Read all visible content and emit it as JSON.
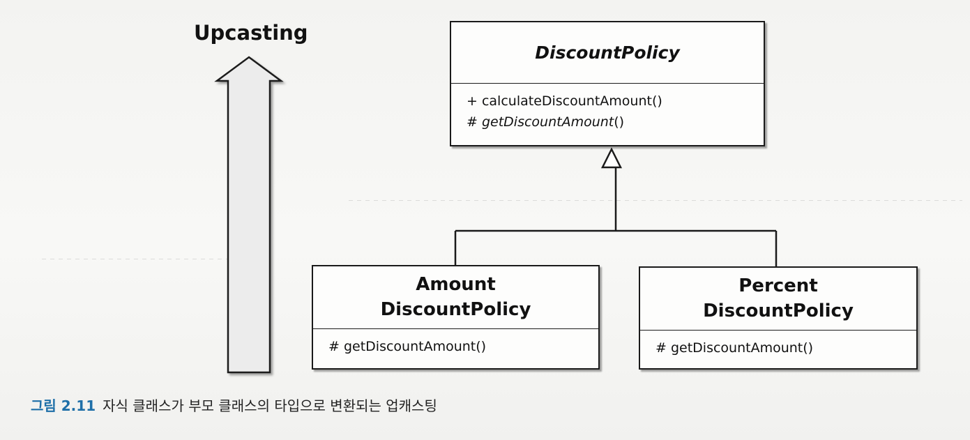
{
  "upcasting_label": "Upcasting",
  "parent_class": {
    "name": "DiscountPolicy",
    "operations": [
      {
        "text": "+ calculateDiscountAmount()",
        "abstract": false
      },
      {
        "prefix": "# ",
        "text": "getDiscountAmount",
        "suffix": "()",
        "abstract": true
      }
    ]
  },
  "child_classes": [
    {
      "name_line1": "Amount",
      "name_line2": "DiscountPolicy",
      "operation": "# getDiscountAmount()"
    },
    {
      "name_line1": "Percent",
      "name_line2": "DiscountPolicy",
      "operation": "# getDiscountAmount()"
    }
  ],
  "caption": {
    "figure_number": "그림 2.11",
    "text": "자식 클래스가 부모 클래스의 타입으로 변환되는 업캐스팅"
  },
  "colors": {
    "caption_number": "#1e6fa8",
    "arrow_fill": "#ececec",
    "line": "#1a1a1a"
  }
}
